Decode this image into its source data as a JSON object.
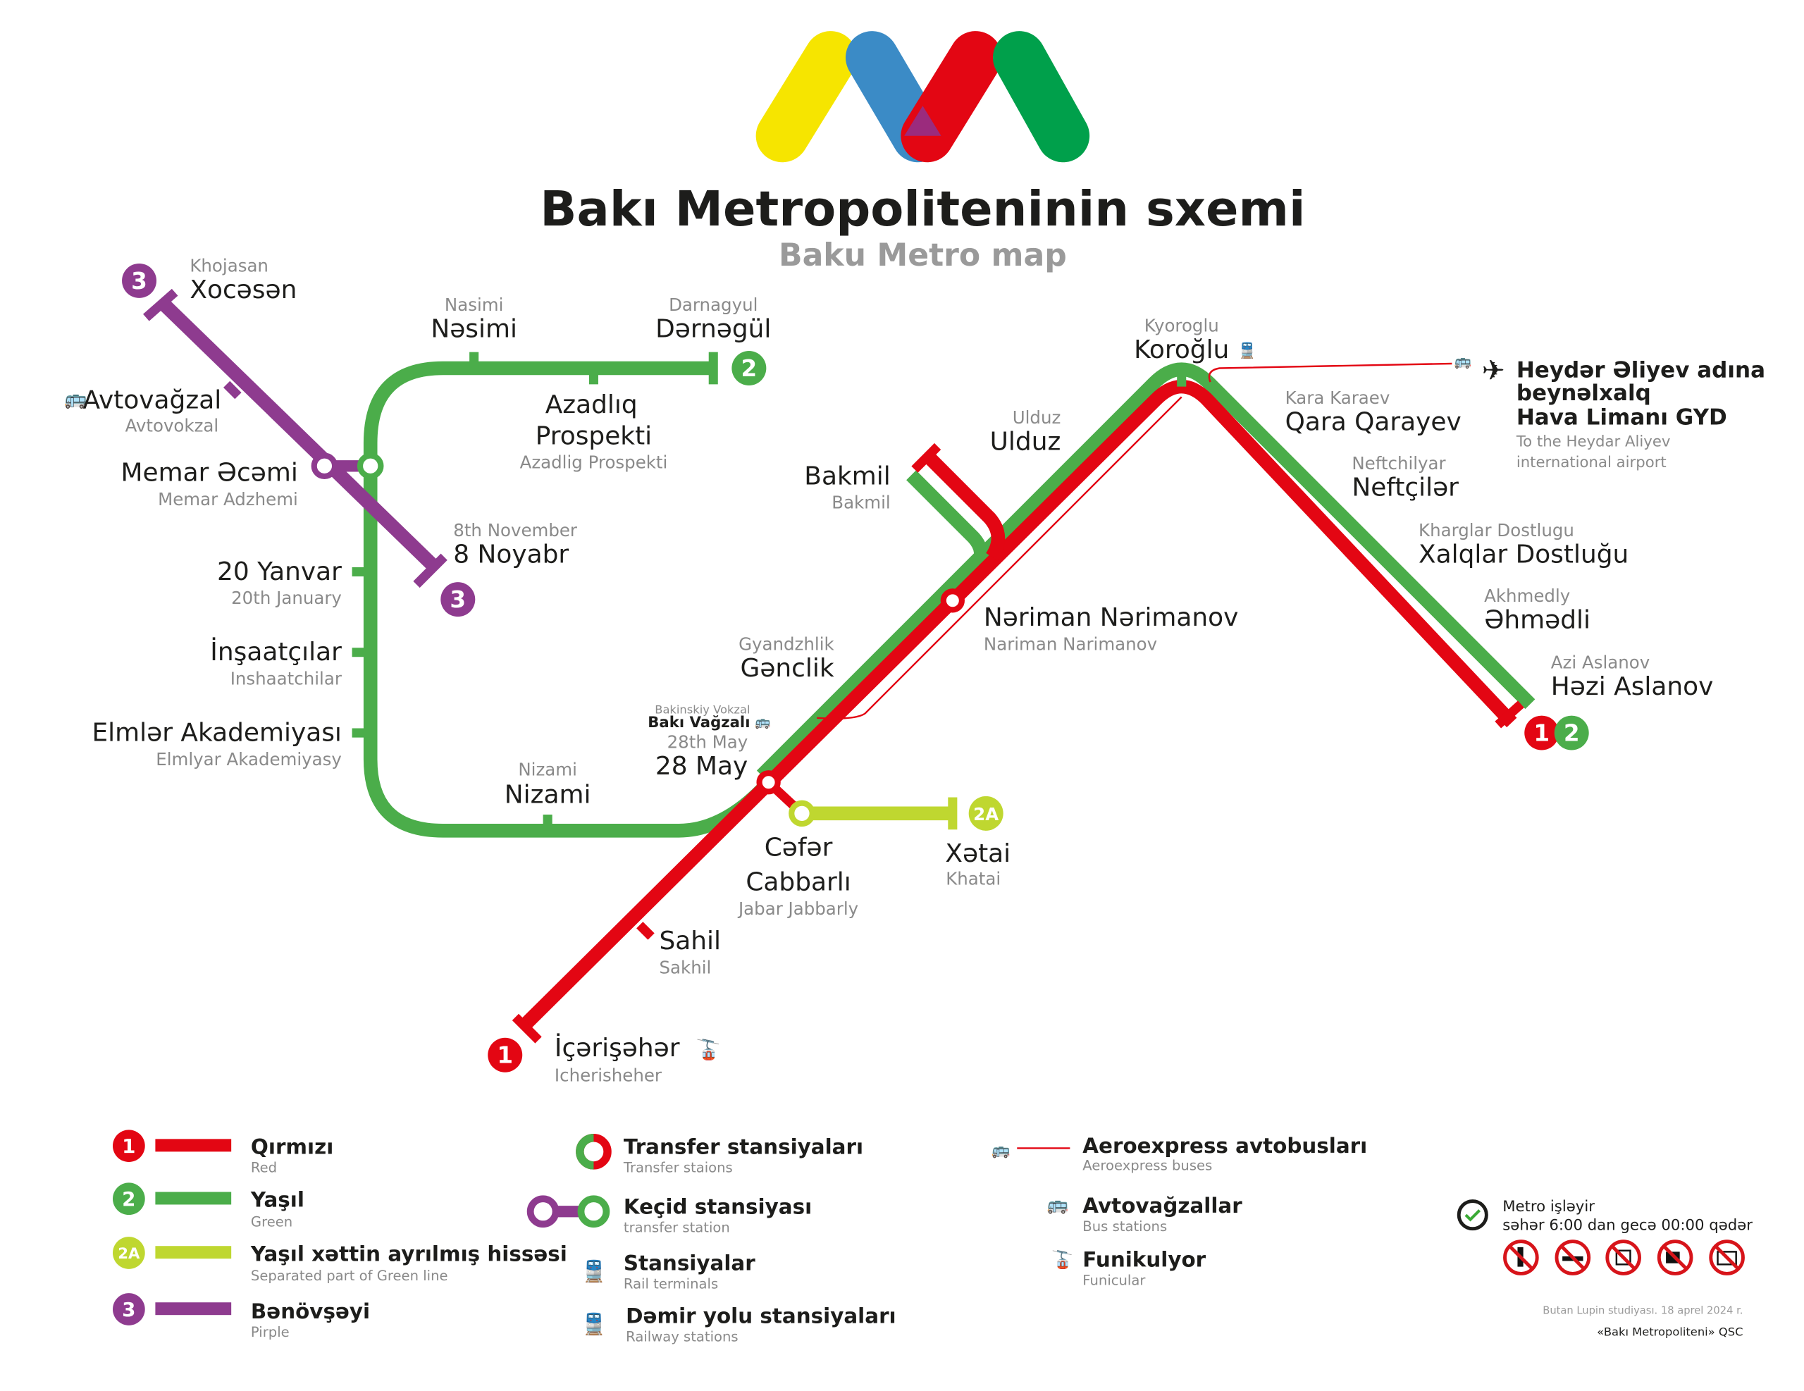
{
  "title": "Bakı Metropoliteninin sxemi",
  "subtitle": "Baku Metro map",
  "colors": {
    "red": "#e30613",
    "green": "#4bad4a",
    "lightgreen": "#bfd730",
    "purple": "#8e3b8f",
    "blue": "#3b8bc6",
    "yellow": "#f6e500"
  },
  "line_badges": {
    "red": "1",
    "green": "2",
    "green2a": "2A",
    "purple": "3"
  },
  "stations": {
    "xocesen": {
      "name": "Xocəsən",
      "latin": "Khojasan"
    },
    "avtovagzal": {
      "name": "Avtovağzal",
      "latin": "Avtovokzal"
    },
    "memar": {
      "name": "Memar Əcəmi",
      "latin": "Memar Adzhemi"
    },
    "noyabr": {
      "name": "8 Noyabr",
      "latin": "8th November"
    },
    "yanvar": {
      "name": "20 Yanvar",
      "latin": "20th January"
    },
    "insaatcilar": {
      "name": "İnşaatçılar",
      "latin": "Inshaatchilar"
    },
    "elmler": {
      "name": "Elmlər Akademiyası",
      "latin": "Elmlyar Akademiyasy"
    },
    "nizami": {
      "name": "Nizami",
      "latin": "Nizami"
    },
    "nesimi": {
      "name": "Nəsimi",
      "latin": "Nasimi"
    },
    "azadliq": {
      "name1": "Azadlıq",
      "name2": "Prospekti",
      "latin": "Azadlig Prospekti"
    },
    "dernegul": {
      "name": "Dərnəgül",
      "latin": "Darnagyul"
    },
    "bakmil": {
      "name": "Bakmil",
      "latin": "Bakmil"
    },
    "ulduz": {
      "name": "Ulduz",
      "latin": "Ulduz"
    },
    "koroglu": {
      "name": "Koroğlu",
      "latin": "Kyoroglu"
    },
    "qara": {
      "name": "Qara Qarayev",
      "latin": "Kara Karaev"
    },
    "neftciler": {
      "name": "Neftçilər",
      "latin": "Neftchilyar"
    },
    "xalqlar": {
      "name": "Xalqlar Dostluğu",
      "latin": "Kharglar Dostlugu"
    },
    "ehmedli": {
      "name": "Əhmədli",
      "latin": "Akhmedly"
    },
    "hazi": {
      "name": "Həzi Aslanov",
      "latin": "Azi Aslanov"
    },
    "nariman": {
      "name": "Nəriman Nərimanov",
      "latin": "Nariman Narimanov"
    },
    "genclik": {
      "name": "Gənclik",
      "latin": "Gyandzhlik"
    },
    "may": {
      "name": "28 May",
      "latin": "28th May",
      "rail": "Bakı Vağzalı",
      "rail_latin": "Bakinskiy Vokzal"
    },
    "cefer": {
      "name1": "Cəfər",
      "name2": "Cabbarlı",
      "latin": "Jabar Jabbarly"
    },
    "xetai": {
      "name": "Xətai",
      "latin": "Khatai"
    },
    "sahil": {
      "name": "Sahil",
      "latin": "Sakhil"
    },
    "icheri": {
      "name": "İçərişəhər",
      "latin": "Icherisheher"
    }
  },
  "airport": {
    "l1": "Heydər Əliyev adına",
    "l2": "beynəlxalq",
    "l3": "Hava Limanı GYD",
    "en1": "To the Heydar Aliyev",
    "en2": "international airport"
  },
  "legend": {
    "lines": [
      {
        "badge": "1",
        "name": "Qırmızı",
        "en": "Red"
      },
      {
        "badge": "2",
        "name": "Yaşıl",
        "en": "Green"
      },
      {
        "badge": "2A",
        "name": "Yaşıl xəttin ayrılmış hissəsi",
        "en": "Separated part of Green line"
      },
      {
        "badge": "3",
        "name": "Bənövşəyi",
        "en": "Pirple"
      }
    ],
    "symbols": [
      {
        "name": "Transfer stansiyaları",
        "en": "Transfer staions"
      },
      {
        "name": "Keçid stansiyası",
        "en": "transfer station"
      },
      {
        "name": "Stansiyalar",
        "en": "Rail terminals"
      },
      {
        "name": "Dəmir yolu stansiyaları",
        "en": "Railway stations"
      }
    ],
    "services": [
      {
        "name": "Aeroexpress avtobusları",
        "en": "Aeroexpress buses"
      },
      {
        "name": "Avtovağzallar",
        "en": "Bus stations"
      },
      {
        "name": "Funikulyor",
        "en": "Funicular"
      }
    ],
    "hours1": "Metro işləyir",
    "hours2": "səhər 6:00 dan gecə 00:00 qədər",
    "prohibited": [
      "no-alcohol",
      "no-smoking",
      "no-newspaper-sales",
      "no-video",
      "no-photo"
    ],
    "credit": "Butan Lupin studiyası. 18 aprel 2024 r.",
    "owner": "«Bakı Metropoliteni» QSC"
  }
}
